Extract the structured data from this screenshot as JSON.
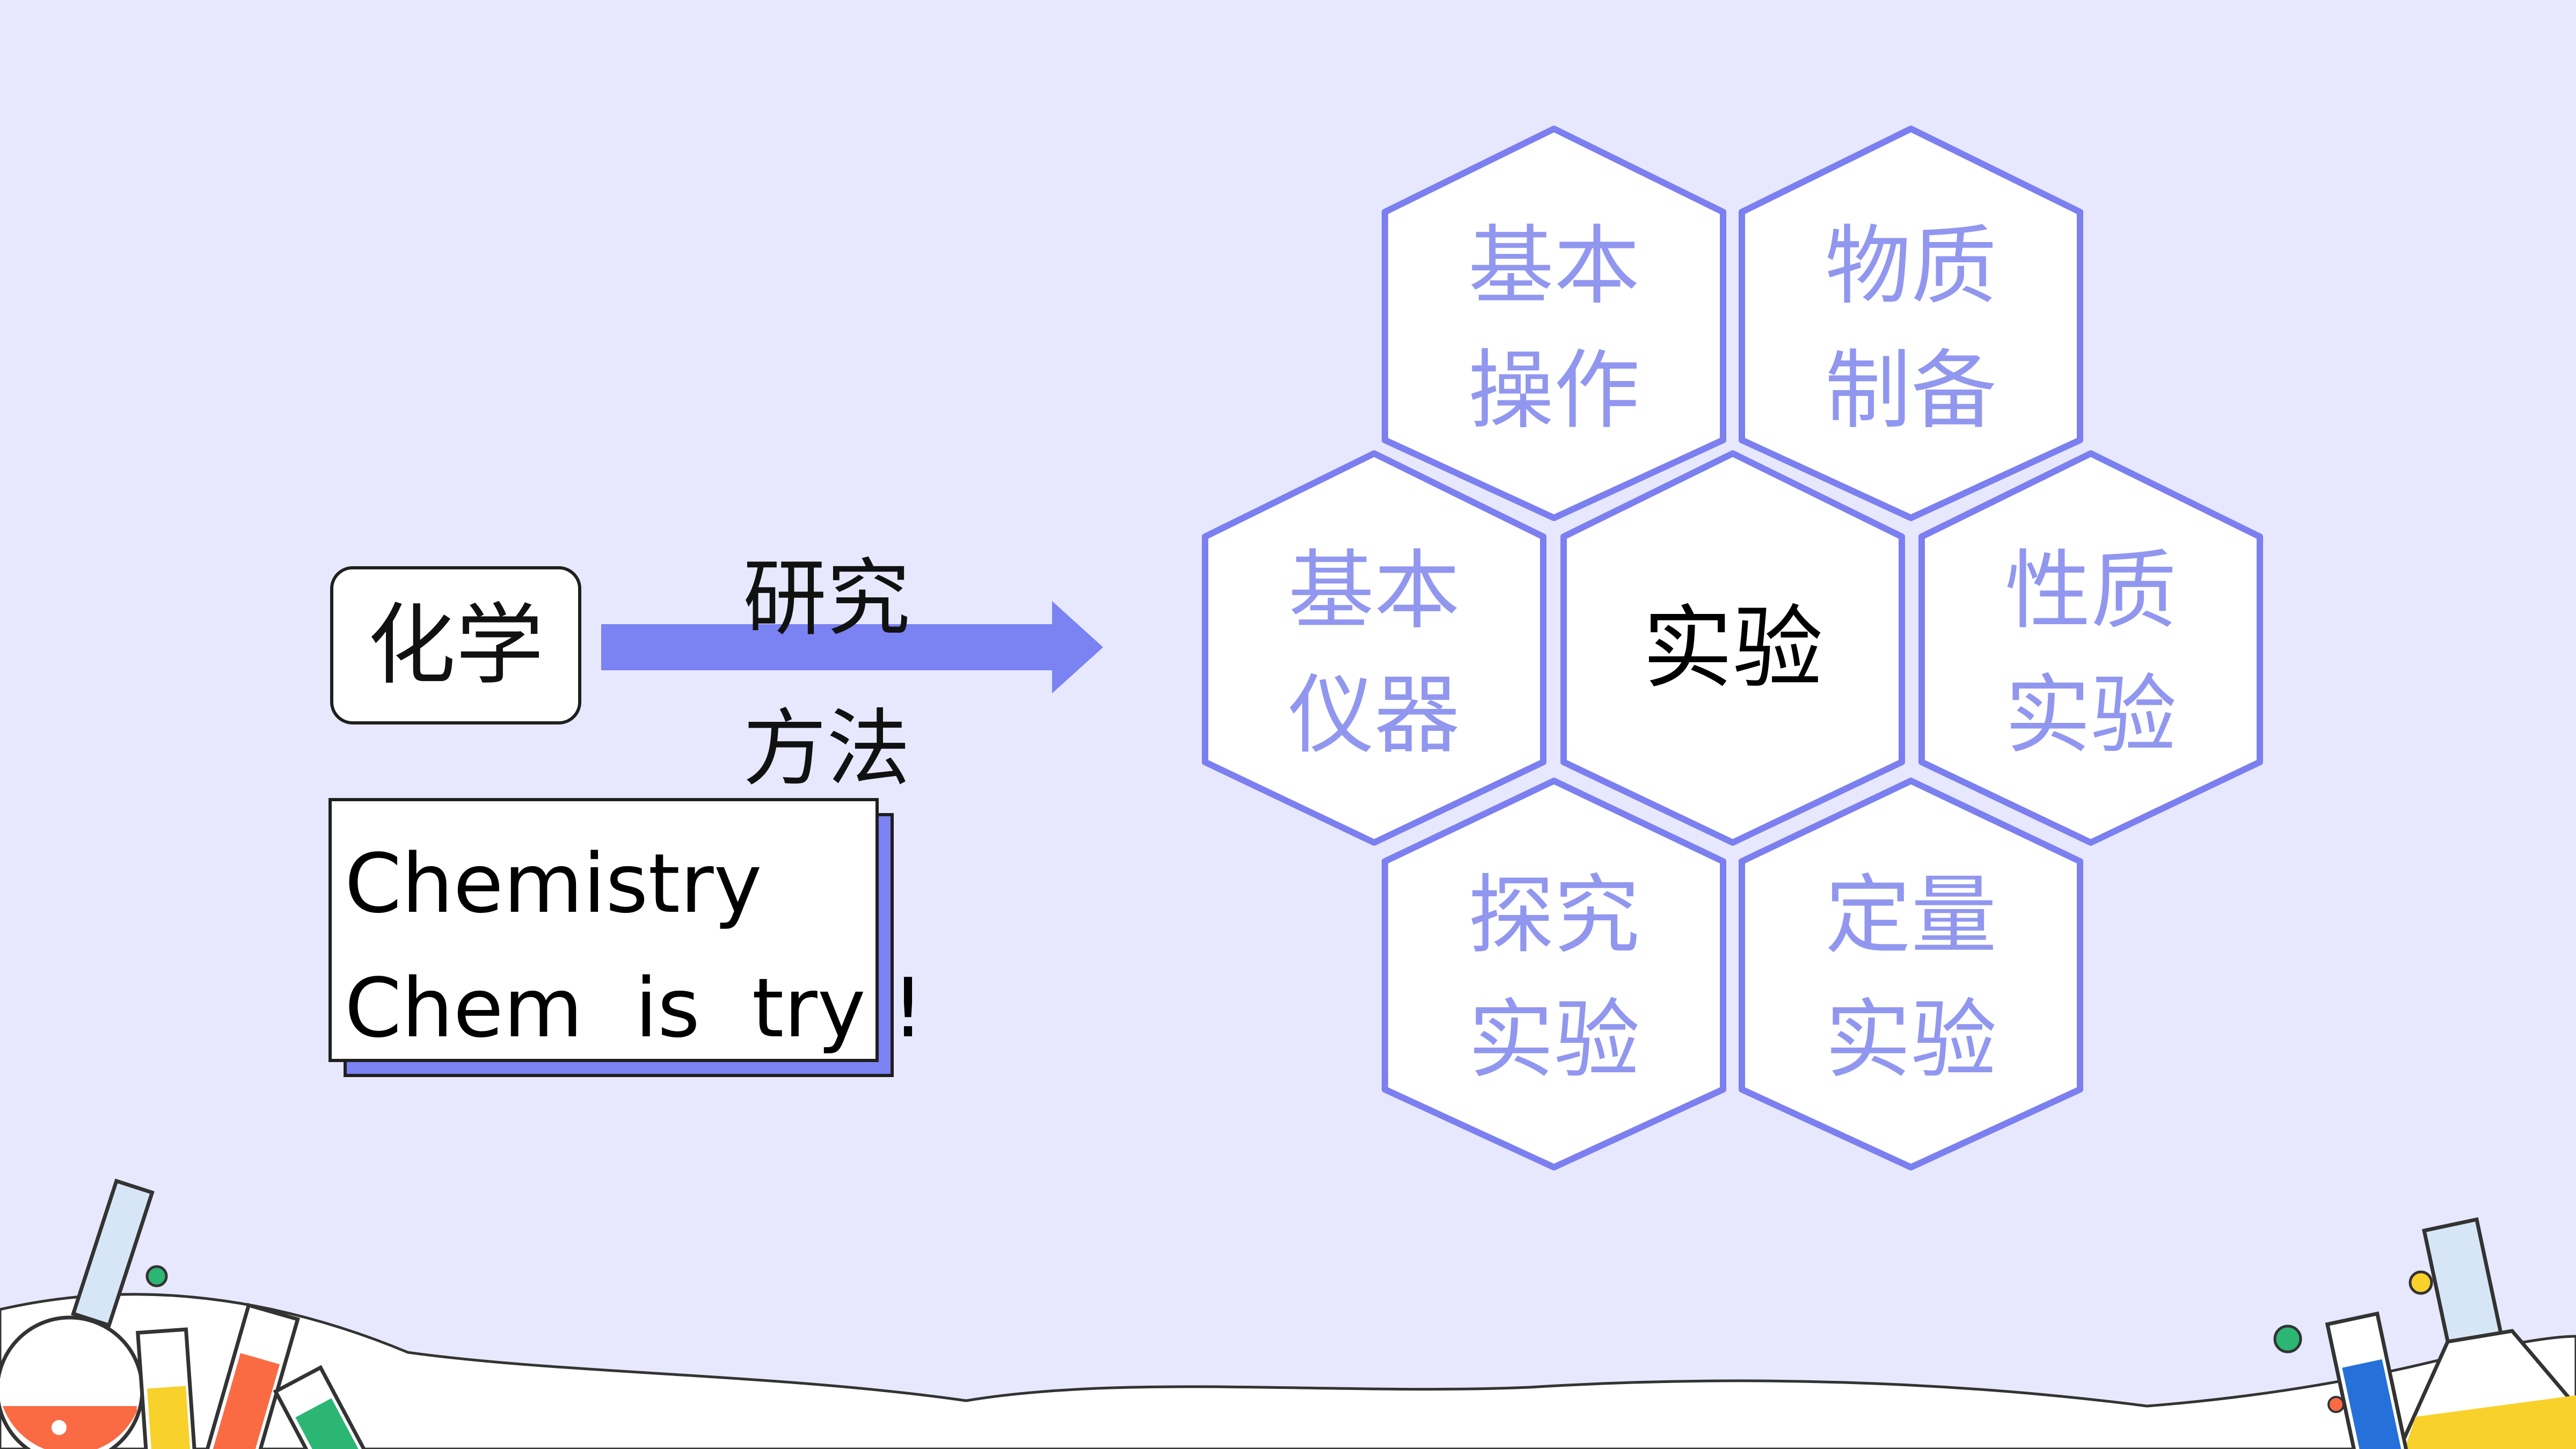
{
  "left": {
    "subject": "化学",
    "method": [
      "研究",
      "方法"
    ],
    "note": [
      "Chemistry",
      "Chem  is  try !"
    ]
  },
  "hexagons": {
    "top_left": [
      "基本",
      "操作"
    ],
    "top_right": [
      "物质",
      "制备"
    ],
    "mid_left": [
      "基本",
      "仪器"
    ],
    "center": "实验",
    "mid_right": [
      "性质",
      "实验"
    ],
    "bottom_left": [
      "探究",
      "实验"
    ],
    "bottom_right": [
      "定量",
      "实验"
    ]
  },
  "colors": {
    "background": "#e7e8fd",
    "accent": "#7b82f2",
    "hex_text": "#9197ef",
    "hex_border": "#7b7ff0"
  }
}
